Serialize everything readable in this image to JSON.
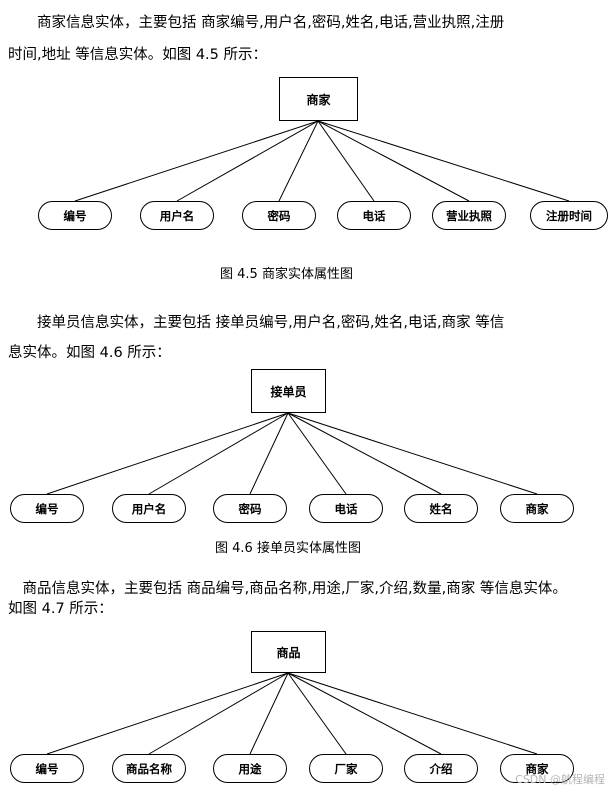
{
  "sections": [
    {
      "para_line1": "　　商家信息实体，主要包括 商家编号,用户名,密码,姓名,电话,营业执照,注册",
      "para_line2": "时间,地址 等信息实体。如图 4.5 所示：",
      "center": "商家",
      "attributes": [
        "编号",
        "用户名",
        "密码",
        "电话",
        "营业执照",
        "注册时间"
      ],
      "caption": "图 4.5 商家实体属性图"
    },
    {
      "para_line1": "　　接单员信息实体，主要包括 接单员编号,用户名,密码,姓名,电话,商家 等信",
      "para_line2": "息实体。如图 4.6 所示：",
      "center": "接单员",
      "attributes": [
        "编号",
        "用户名",
        "密码",
        "电话",
        "姓名",
        "商家"
      ],
      "caption": "图 4.6 接单员实体属性图"
    },
    {
      "para_line1": "　商品信息实体，主要包括 商品编号,商品名称,用途,厂家,介绍,数量,商家 等信息实体。",
      "para_line2": "如图 4.7 所示：",
      "center": "商品",
      "attributes": [
        "编号",
        "商品名称",
        "用途",
        "厂家",
        "介绍",
        "商家"
      ],
      "caption": ""
    }
  ],
  "watermark": "CSDN @航程编程"
}
